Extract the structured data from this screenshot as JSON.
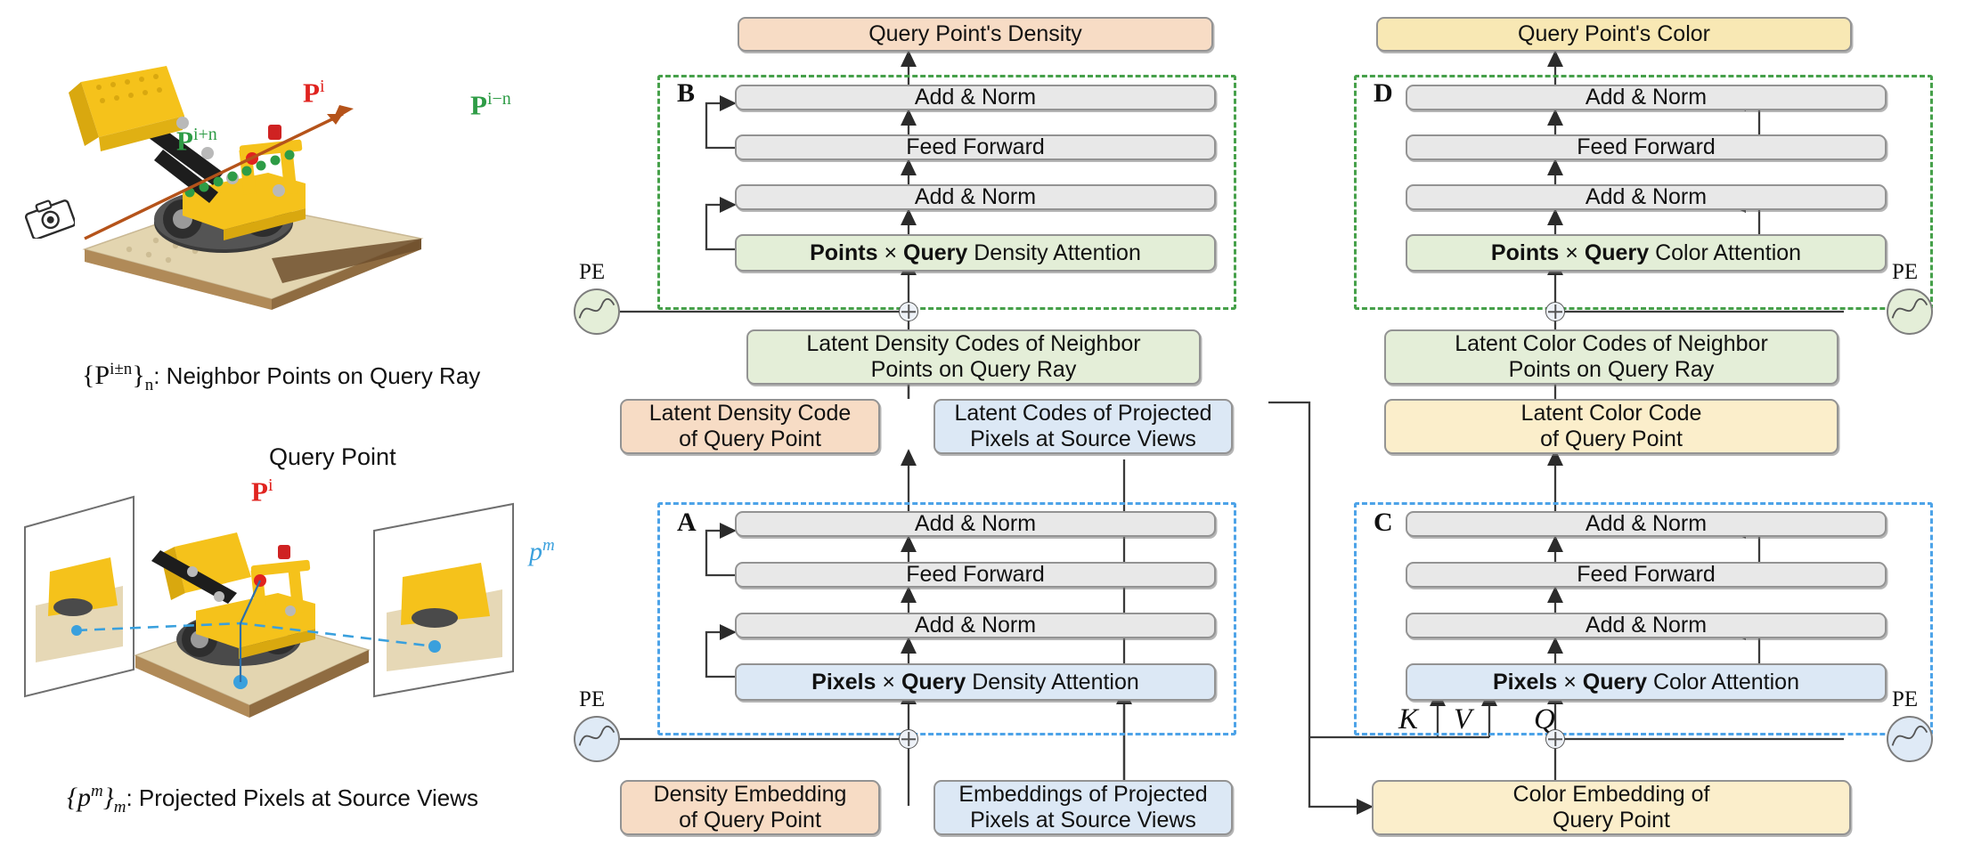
{
  "figure": {
    "type": "architecture-diagram",
    "title": "Transformer architecture for query point density and color prediction"
  },
  "left_panel": {
    "top_illustration": {
      "name": "lego-bulldozer-with-ray-points",
      "labels": {
        "query_point": "P",
        "query_point_sup": "i",
        "neighbor_forward": "P",
        "neighbor_forward_sup": "i−n",
        "neighbor_backward": "P",
        "neighbor_backward_sup": "i+n",
        "camera_icon": "camera-icon"
      },
      "caption_math": "{P",
      "caption_math_sup": "i±n",
      "caption_math_close": "}",
      "caption_math_sub": "n",
      "caption_text": ": Neighbor Points on Query Ray"
    },
    "bottom_illustration": {
      "name": "lego-bulldozer-multiview-projection",
      "heading": "Query Point",
      "query_point": "P",
      "query_point_sup": "i",
      "projected_pixel": "p",
      "projected_pixel_sup": "m",
      "caption_math": "{p",
      "caption_math_sup": "m",
      "caption_math_close": "}",
      "caption_math_sub": "m",
      "caption_text": ":  Projected Pixels at Source Views"
    }
  },
  "density_branch": {
    "output_box": "Query Point's Density",
    "block_b": {
      "tag": "B",
      "rows": [
        "Add & Norm",
        "Feed Forward",
        "Add & Norm"
      ],
      "attention": {
        "bold1": "Points",
        "times": "×",
        "bold2": "Query",
        "rest": "Density Attention"
      }
    },
    "latent_codes_neighbors": "Latent Density Codes of Neighbor\nPoints on Query Ray",
    "latent_codes_neighbors_line1": "Latent Density Codes of Neighbor",
    "latent_codes_neighbors_line2": "Points on Query Ray",
    "latent_code_query_line1": "Latent Density Code",
    "latent_code_query_line2": "of Query Point",
    "latent_codes_pixels_line1": "Latent Codes of Projected",
    "latent_codes_pixels_line2": "Pixels at Source Views",
    "block_a": {
      "tag": "A",
      "rows": [
        "Add & Norm",
        "Feed Forward",
        "Add & Norm"
      ],
      "attention": {
        "bold1": "Pixels",
        "times": "×",
        "bold2": "Query",
        "rest": "Density Attention"
      }
    },
    "embedding_query_line1": "Density Embedding",
    "embedding_query_line2": "of Query Point",
    "embedding_pixels_line1": "Embeddings of Projected",
    "embedding_pixels_line2": "Pixels at Source Views",
    "pe_top_label": "PE",
    "pe_bottom_label": "PE"
  },
  "color_branch": {
    "output_box": "Query Point's Color",
    "block_d": {
      "tag": "D",
      "rows": [
        "Add & Norm",
        "Feed Forward",
        "Add & Norm"
      ],
      "attention": {
        "bold1": "Points",
        "times": "×",
        "bold2": "Query",
        "rest": "Color Attention"
      }
    },
    "latent_codes_neighbors_line1": "Latent Color Codes of Neighbor",
    "latent_codes_neighbors_line2": "Points on Query Ray",
    "latent_code_query_line1": "Latent Color Code",
    "latent_code_query_line2": "of Query Point",
    "block_c": {
      "tag": "C",
      "rows": [
        "Add & Norm",
        "Feed Forward",
        "Add & Norm"
      ],
      "attention": {
        "bold1": "Pixels",
        "times": "×",
        "bold2": "Query",
        "rest": "Color Attention"
      }
    },
    "qkv": {
      "k": "K",
      "v": "V",
      "q": "Q"
    },
    "embedding_query_line1": "Color Embedding of",
    "embedding_query_line2": "Query Point",
    "pe_top_label": "PE",
    "pe_bottom_label": "PE"
  },
  "colors": {
    "density_accent": "#f7dcc5",
    "color_accent": "#f8e8b4",
    "pixels_accent": "#dce8f5",
    "points_accent": "#e3eed7",
    "neutral": "#e8e8e8",
    "frame_green": "#46a04a",
    "frame_blue": "#4da3e8",
    "query_point_red": "#e0231f",
    "neighbor_green": "#2e9c46",
    "pixel_blue": "#3aa0dd",
    "ray_orange": "#b5531a"
  }
}
